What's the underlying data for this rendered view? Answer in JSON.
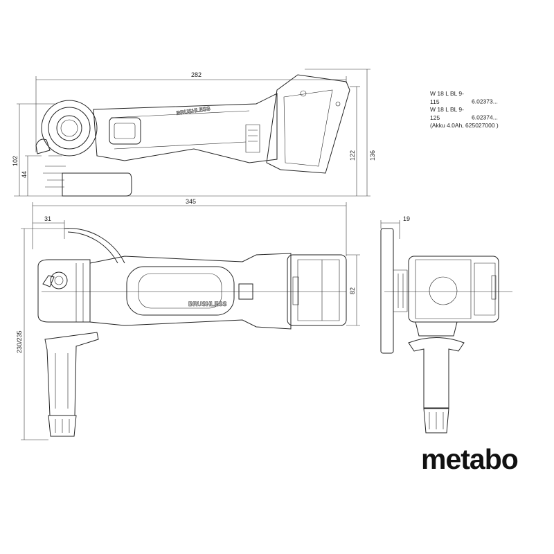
{
  "models": [
    {
      "name": "W 18 L BL 9-115",
      "code": "6.02373..."
    },
    {
      "name": "W 18 L BL 9-125",
      "code": "6.02374..."
    }
  ],
  "battery_note": "(Akku 4.0Ah, 625027000 )",
  "brand": "metabo",
  "product_marking": "BRUSHLESS",
  "dimensions": {
    "top_length": "282",
    "top_height_total": "102",
    "top_height_lower": "44",
    "top_height_battery": "122",
    "top_height_overall": "136",
    "side_length": "345",
    "side_offset": "31",
    "side_height": "230/235",
    "battery_width": "82",
    "front_disc_offset": "19"
  }
}
